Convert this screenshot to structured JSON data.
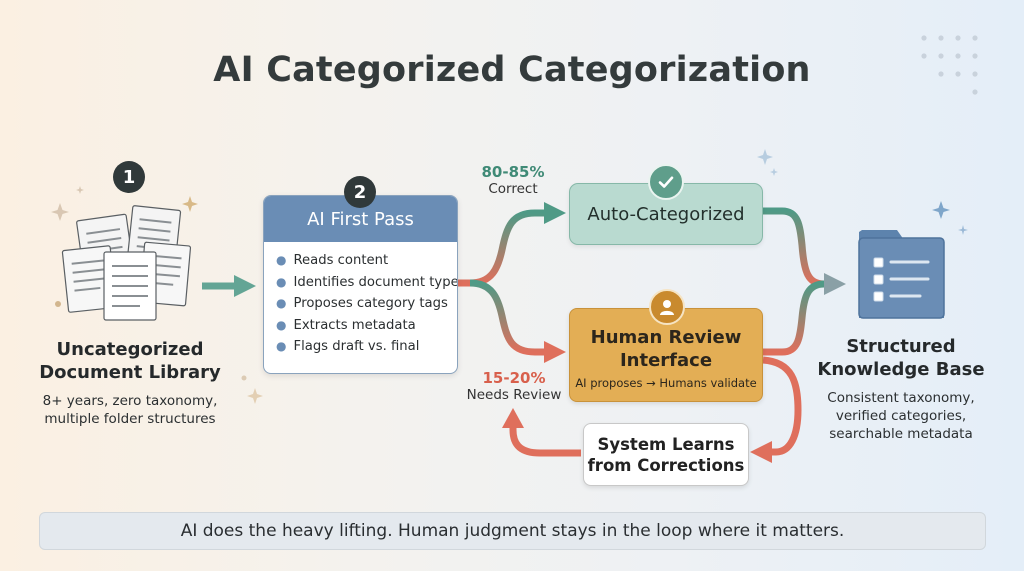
{
  "title": "AI Categorized Categorization",
  "steps": [
    {
      "number": "1",
      "heading": "Uncategorized Document Library",
      "heading_lines": [
        "Uncategorized",
        "Document Library"
      ],
      "description_lines": [
        "8+ years, zero taxonomy,",
        "multiple folder structures"
      ]
    },
    {
      "number": "2",
      "heading": "AI First Pass",
      "items": [
        "Reads content",
        "Identifies document type",
        "Proposes category tags",
        "Extracts metadata",
        "Flags draft vs. final"
      ]
    }
  ],
  "branches": {
    "correct": {
      "percent": "80-85%",
      "label": "Correct",
      "color": "#4f9a86"
    },
    "review": {
      "percent": "15-20%",
      "label": "Needs Review",
      "color": "#df6f5c"
    }
  },
  "auto_categorized": {
    "label": "Auto-Categorized"
  },
  "human_review": {
    "title_lines": [
      "Human Review",
      "Interface"
    ],
    "subtitle": "AI proposes → Humans validate"
  },
  "feedback": {
    "title_lines": [
      "System Learns",
      "from Corrections"
    ]
  },
  "knowledge_base": {
    "heading_lines": [
      "Structured",
      "Knowledge Base"
    ],
    "description_lines": [
      "Consistent taxonomy,",
      "verified categories,",
      "searchable metadata"
    ]
  },
  "footer": "AI does the heavy lifting. Human judgment stays in the loop where it matters.",
  "colors": {
    "accent_blue": "#6a8db5",
    "teal": "#4f9a86",
    "coral": "#df6f5c",
    "amber": "#e3ae55",
    "dark": "#30393a"
  }
}
